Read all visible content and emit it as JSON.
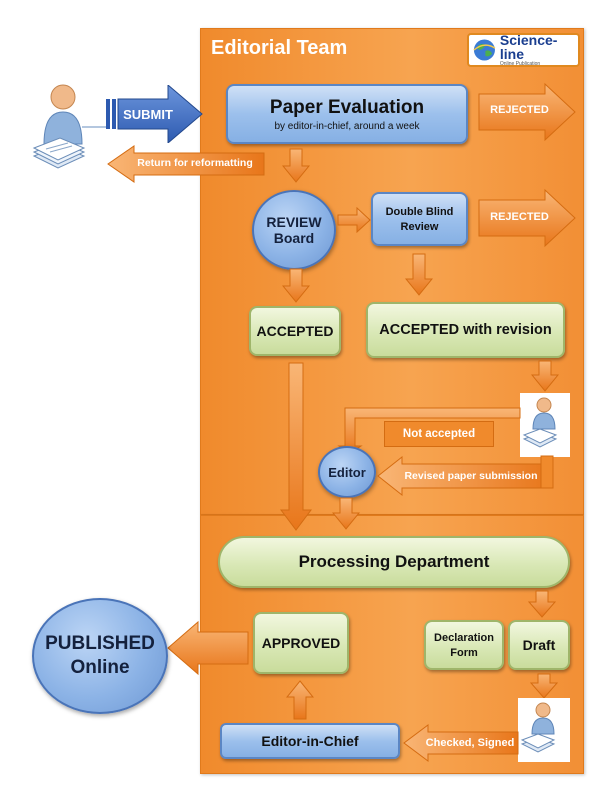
{
  "editorial_team": {
    "title": "Editorial Team",
    "logo": {
      "name": "Science-line",
      "subtitle": "Online Publication",
      "icon": "globe-icon"
    }
  },
  "submit": {
    "label": "SUBMIT"
  },
  "paper_evaluation": {
    "title": "Paper Evaluation",
    "subtitle": "by editor-in-chief, around a week"
  },
  "rejected_1": {
    "label": "REJECTED"
  },
  "rejected_2": {
    "label": "REJECTED"
  },
  "return_reformat": {
    "label": "Return for reformatting"
  },
  "review_board": {
    "line1": "REVIEW",
    "line2": "Board"
  },
  "double_blind": {
    "line1": "Double Blind",
    "line2": "Review"
  },
  "accepted": {
    "label": "ACCEPTED"
  },
  "accepted_revision": {
    "label": "ACCEPTED with revision"
  },
  "not_accepted": {
    "label": "Not accepted"
  },
  "editor": {
    "label": "Editor"
  },
  "revised_submission": {
    "label": "Revised paper submission"
  },
  "processing": {
    "label": "Processing Department"
  },
  "declaration": {
    "line1": "Declaration",
    "line2": "Form"
  },
  "draft": {
    "label": "Draft"
  },
  "approved": {
    "label": "APPROVED"
  },
  "published": {
    "line1": "PUBLISHED",
    "line2": "Online"
  },
  "editor_in_chief": {
    "label": "Editor-in-Chief"
  },
  "checked_signed": {
    "label": "Checked, Signed"
  },
  "colors": {
    "orange": "#f28f35",
    "blue_box": "#9cc0ec",
    "green_box": "#d9e8b6",
    "navy": "#2f5db5"
  },
  "icons": [
    "author-icon",
    "document-stack-icon"
  ]
}
